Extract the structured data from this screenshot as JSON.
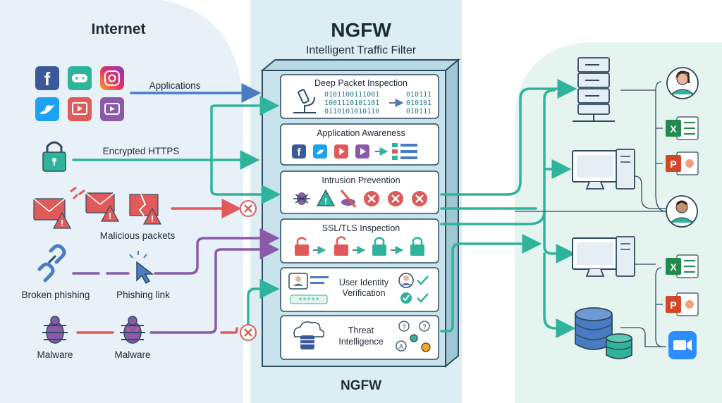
{
  "internet": {
    "title": "Internet",
    "arrow_labels": {
      "applications": "Applications",
      "encrypted": "Encrypted HTTPS",
      "malicious": "Malicious packets",
      "broken_phishing": "Broken phishing",
      "phishing_link": "Phishing link",
      "malware_left": "Malware",
      "malware_right": "Malware"
    },
    "app_icons": [
      "facebook-icon",
      "game-controller-icon",
      "instagram-icon",
      "twitter-icon",
      "video-player-icon",
      "youtube-icon"
    ]
  },
  "ngfw": {
    "title": "NGFW",
    "subtitle": "Intelligent Traffic Filter",
    "footer": "NGFW",
    "modules": [
      {
        "label": "Deep Packet Inspection",
        "bits_in": [
          "0101100111001",
          "1001110101101",
          "0110101010110"
        ],
        "bits_out": [
          "010111",
          "010101",
          "010111"
        ]
      },
      {
        "label": "Application Awareness"
      },
      {
        "label": "Intrusion Prevention"
      },
      {
        "label": "SSL/TLS Inspection"
      },
      {
        "label_line1": "User Identity",
        "label_line2": "Verification",
        "pin": "*****"
      },
      {
        "label_line1": "Threat",
        "label_line2": "Intelligence"
      }
    ]
  },
  "colors": {
    "blue": "#4a7cc4",
    "teal": "#2fb39b",
    "red": "#e05a5a",
    "purple": "#8a5aa8",
    "panel": "#dcedf3",
    "left_bg": "#e8f1f8",
    "right_bg": "#e6f4ef"
  }
}
